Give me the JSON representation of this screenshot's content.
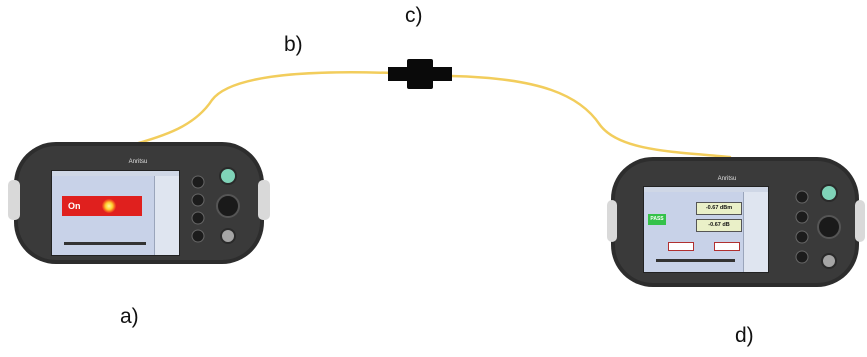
{
  "labels": {
    "a": "a)",
    "b": "b)",
    "c": "c)",
    "d": "d)"
  },
  "source_device": {
    "brand": "Anritsu",
    "display_text": "On"
  },
  "meter_device": {
    "brand": "Anritsu",
    "status": "PASS",
    "power_value": "-0.67 dBm",
    "loss_value": "-0.67 dB"
  },
  "colors": {
    "fiber": "#f2cd5c",
    "connector": "#0a0a0a",
    "device_body": "#2d2d2d",
    "on_banner": "#e0201e",
    "pass_badge": "#35c24a"
  },
  "icons": {
    "connector": "fiber-coupler-icon",
    "knob": "navigation-knob-icon"
  }
}
